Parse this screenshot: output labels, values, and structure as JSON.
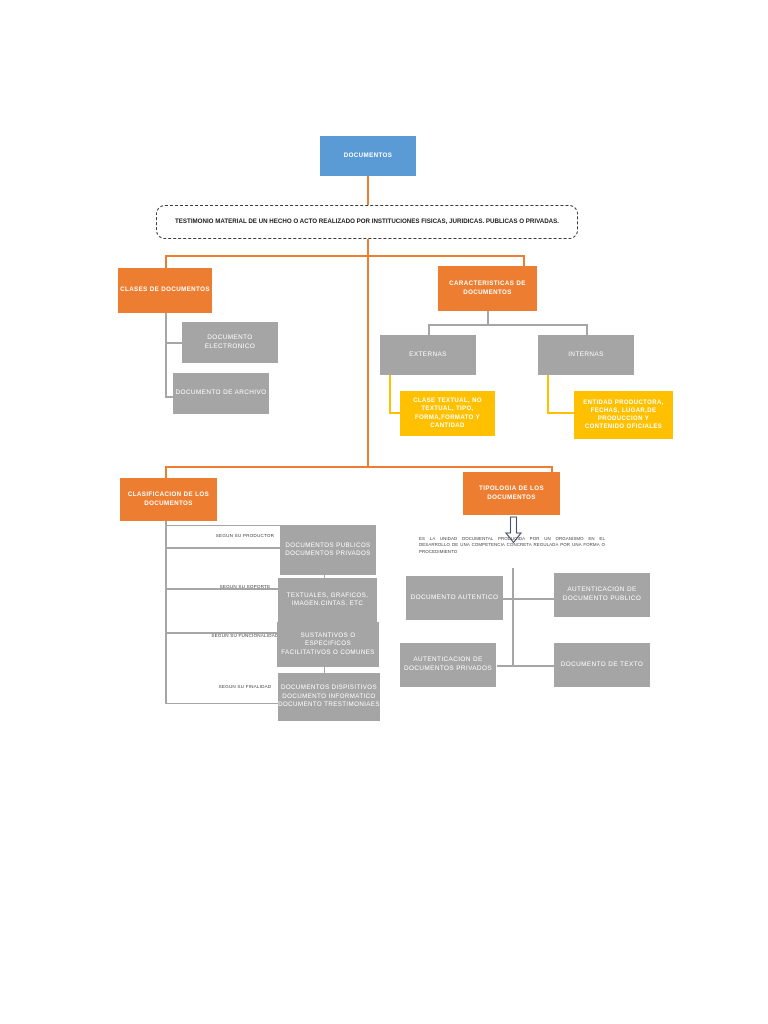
{
  "diagram": {
    "title_node": {
      "label": "DOCUMENTOS"
    },
    "definition": {
      "text": "TESTIMONIO MATERIAL DE UN HECHO O ACTO REALIZADO POR INSTITUCIONES FISICAS, JURIDICAS. PUBLICAS O PRIVADAS."
    },
    "branches": {
      "clases": {
        "label": "CLASES DE DOCUMENTOS",
        "children": [
          {
            "label": "DOCUMENTO ELECTRONICO"
          },
          {
            "label": "DOCUMENTO DE ARCHIVO"
          }
        ]
      },
      "caracteristicas": {
        "label": "CARACTERISTICAS DE DOCUMENTOS",
        "children": [
          {
            "label": "EXTERNAS",
            "detail": "CLASE TEXTUAL, NO TEXTUAL, TIPO, FORMA,FORMATO Y CANTIDAD"
          },
          {
            "label": "INTERNAS",
            "detail": "ENTIDAD PRODUCTORA, FECHAS, LUGAR,DE PRODUCCION Y CONTENIDO OFICIALES"
          }
        ]
      },
      "clasificacion": {
        "label": "CLASIFICACION DE LOS DOCUMENTOS",
        "criteria": [
          {
            "label": "SEGUN SU PRODUCTOR",
            "value": "DOCUMENTOS PUBLICOS\nDOCUMENTOS PRIVADOS"
          },
          {
            "label": "SEGUN SU SOPORTE",
            "value": "TEXTUALES, GRAFICOS, IMAGEN.CINTAS. ETC"
          },
          {
            "label": "SEGUN SU FUNCIONALIDAD",
            "value": "SUSTANTIVOS O ESPECIFICOS\nFACILITATIVOS O COMUNES"
          },
          {
            "label": "SEGUN SU FINALIDAD",
            "value": "DOCUMENTOS DISPISITIVOS\nDOCUMENTO INFORMATICO\nDOCUMENTO TRESTIMONIAES"
          }
        ]
      },
      "tipologia": {
        "label": "TIPOLOGIA DE LOS DOCUMENTOS",
        "definition": "ES LA UNIDAD DOCUMENTAL PRODUCIDA POR UN ORGANISMO EN EL DESARROLLO DE UNA COMPETENCIA CONCRETA REGULADA POR UNA FORMA O PROCEDIMIENTO",
        "children": [
          {
            "label": "DOCUMENTO AUTENTICO"
          },
          {
            "label": "AUTENTICACION DE DOCUMENTO PUBLICO"
          },
          {
            "label": "AUTENTICACION DE DOCUMENTOS PRIVADOS"
          },
          {
            "label": "DOCUMENTO DE TEXTO"
          }
        ]
      }
    }
  },
  "colors": {
    "blue": "#5B9BD5",
    "orange": "#ED7D31",
    "gray": "#A5A5A5",
    "yellow": "#FFC000",
    "connector_orange": "#ED7D31",
    "connector_gray": "#A6A6A6",
    "connector_yellow": "#FFC000",
    "background": "#FFFFFF"
  }
}
